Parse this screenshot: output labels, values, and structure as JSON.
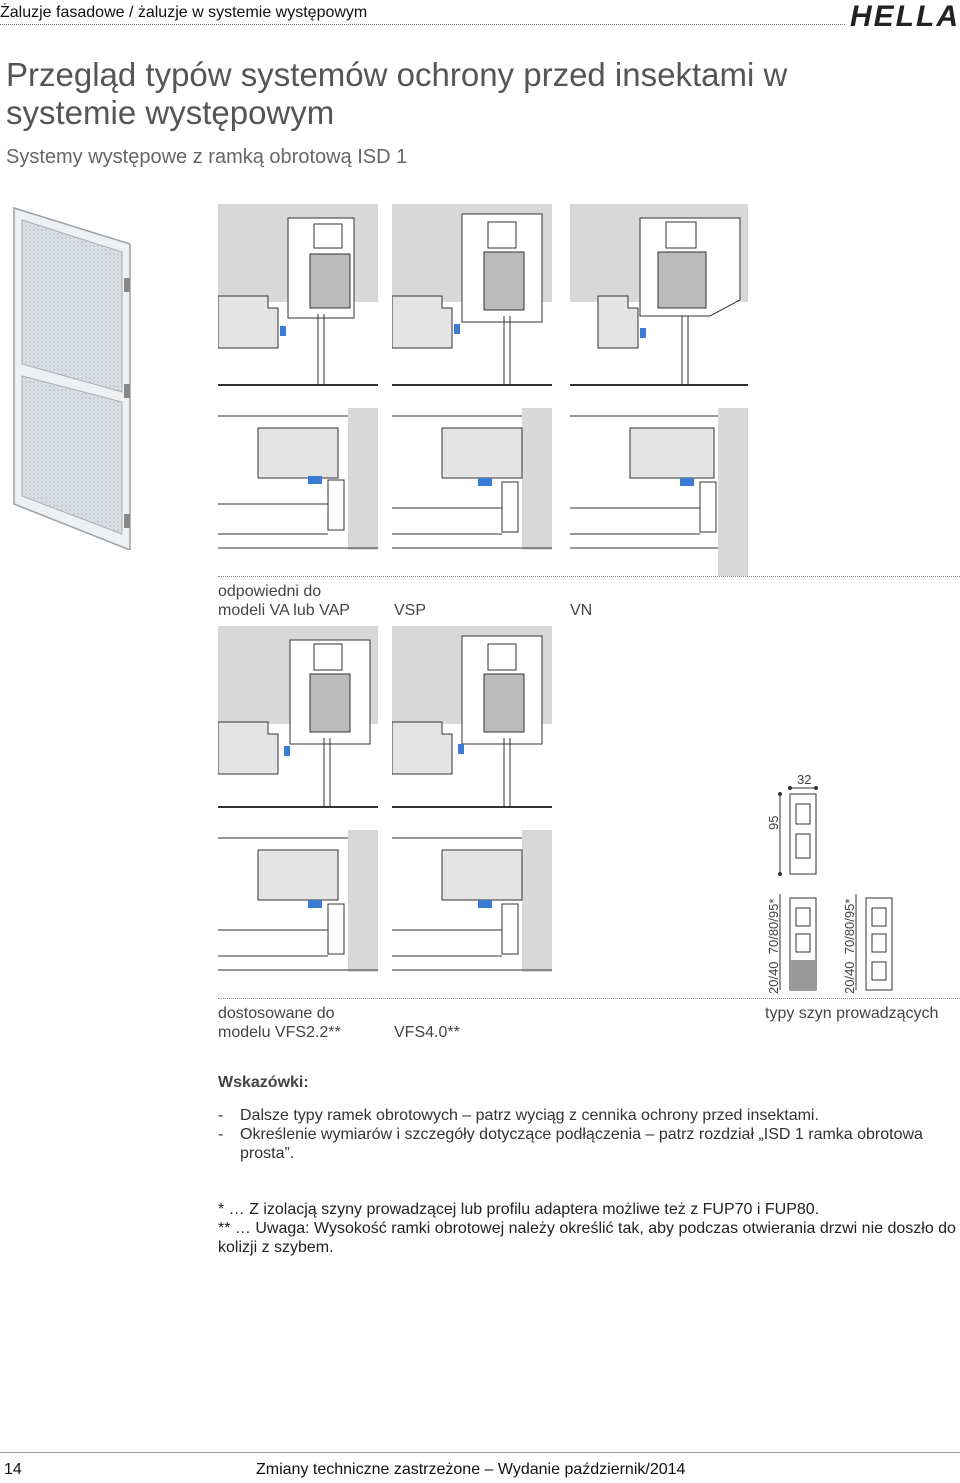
{
  "header": {
    "title": "Żaluzje fasadowe / żaluzje w systemie występowym",
    "logo": "HELLA"
  },
  "page": {
    "title": "Przegląd typów systemów ochrony przed insektami w systemie występowym",
    "subtitle": "Systemy występowe z ramką obrotową ISD 1"
  },
  "captions": {
    "row1": {
      "col1": [
        "odpowiedni do",
        "modeli VA lub VAP"
      ],
      "col2": "VSP",
      "col3": "VN"
    },
    "row2": {
      "col1": [
        "dostosowane do",
        "modelu VFS2.2**"
      ],
      "col2": "VFS4.0**",
      "rails": "typy szyn prowadzących"
    }
  },
  "dimensions": {
    "width": "32",
    "height": "95",
    "rail1": "20/40  70/80/95*",
    "rail2": "20/40  70/80/95*"
  },
  "notes": {
    "title": "Wskazówki:",
    "items": [
      "Dalsze typy ramek obrotowych – patrz wyciąg z cennika ochrony przed insektami.",
      "Określenie wymiarów i szczegóły dotyczące podłączenia – patrz rozdział „ISD 1 ramka obrotowa prosta”."
    ]
  },
  "footnotes": {
    "star": "* … Z izolacją szyny prowadzącej lub profilu adaptera możliwe też z FUP70 i FUP80.",
    "double_star": "** … Uwaga: Wysokość ramki obrotowej należy określić tak, aby podczas otwierania drzwi nie doszło do kolizji z szybem."
  },
  "footer": {
    "page_number": "14",
    "text": "Zmiany techniczne zastrzeżone – Wydanie październik/2014"
  },
  "colors": {
    "wall": "#d8d8d8",
    "accent_blue": "#3a7bd5",
    "line": "#333333"
  }
}
